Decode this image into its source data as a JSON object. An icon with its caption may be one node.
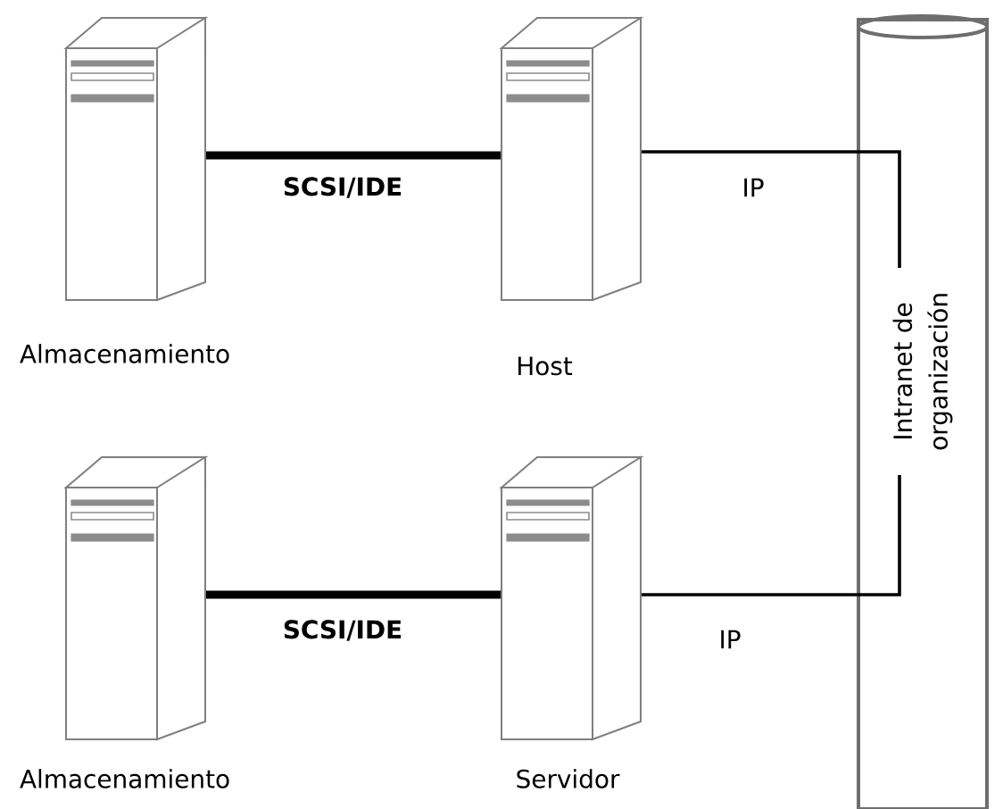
{
  "diagram": {
    "nodes": [
      {
        "text": [
          "Almacenamiento"
        ]
      },
      {
        "text": [
          "Host"
        ]
      },
      {
        "text": [
          "Almacenamiento"
        ]
      },
      {
        "text": [
          "Servidor"
        ]
      },
      {
        "text": [
          "Intranet de organización"
        ]
      }
    ],
    "edges": [
      {
        "from": 0,
        "to": 1,
        "arrow": "none",
        "label": "SCSI/IDE",
        "style": "thick"
      },
      {
        "from": 1,
        "to": 4,
        "arrow": "none",
        "label": "IP"
      },
      {
        "from": 2,
        "to": 3,
        "arrow": "none",
        "label": "SCSI/IDE",
        "style": "thick"
      },
      {
        "from": 3,
        "to": 4,
        "arrow": "none",
        "label": "IP"
      }
    ]
  }
}
